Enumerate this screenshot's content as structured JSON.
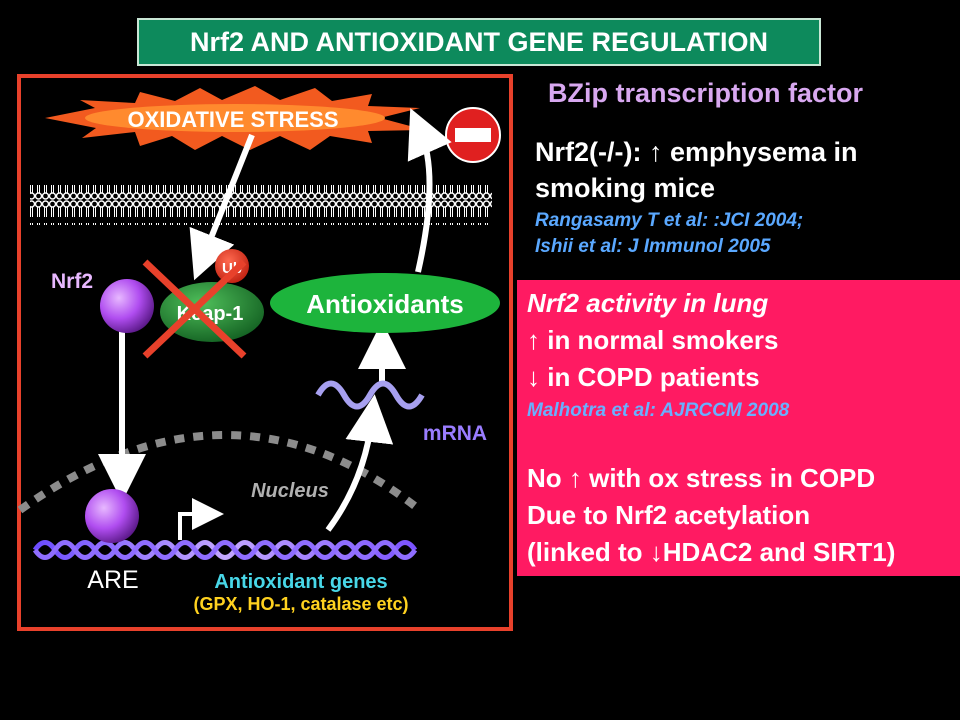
{
  "title": "Nrf2 AND ANTIOXIDANT GENE REGULATION",
  "diagram": {
    "oxidative_stress": "OXIDATIVE STRESS",
    "nrf2": "Nrf2",
    "ub": "Ub",
    "keap1": "Keap-1",
    "antioxidants": "Antioxidants",
    "mrna": "mRNA",
    "nucleus": "Nucleus",
    "are": "ARE",
    "antioxidant_genes": "Antioxidant genes",
    "gene_examples": "(GPX, HO-1, catalase etc)"
  },
  "right_panel": {
    "bzip": "BZip transcription factor",
    "knockout_line1": "Nrf2(-/-): ↑ emphysema in",
    "knockout_line2": "smoking mice",
    "ref1": "Rangasamy T et al: :JCI 2004;",
    "ref2": "Ishii et al: J Immunol 2005"
  },
  "pink_box": {
    "heading": "Nrf2 activity in lung",
    "line1": "↑ in normal smokers",
    "line2": "↓ in COPD patients",
    "ref": "Malhotra et al: AJRCCM 2008",
    "line3": "No ↑ with ox stress in COPD",
    "line4": "Due to Nrf2 acetylation",
    "line5": "(linked to ↓HDAC2 and SIRT1)"
  },
  "colors": {
    "title_bg": "#0d8a5c",
    "frame": "#e8412b",
    "nrf2_sphere": "#b04df0",
    "antioxidants": "#1db43c",
    "pink_box": "#ff1a62",
    "cross": "#e8412b"
  }
}
